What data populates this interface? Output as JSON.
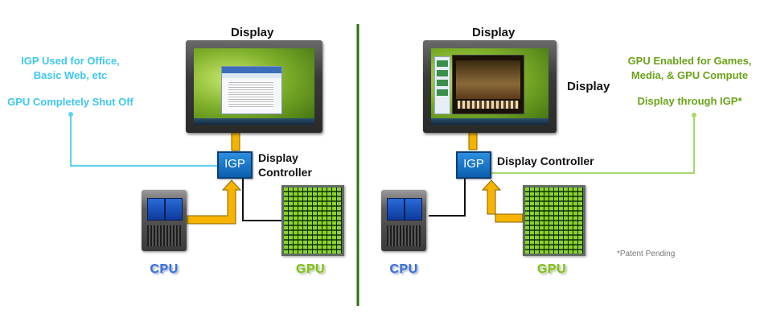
{
  "left": {
    "display_title": "Display",
    "note_line1": "IGP Used for Office,",
    "note_line2": "Basic Web, etc",
    "note_line3": "GPU Completely Shut Off",
    "igp_label": "IGP",
    "controller_line1": "Display",
    "controller_line2": "Controller",
    "cpu_label": "CPU",
    "gpu_label": "GPU"
  },
  "right": {
    "display_title": "Display",
    "display_side_label": "Display",
    "note_line1": "GPU Enabled for Games,",
    "note_line2": "Media, & GPU Compute",
    "note_line3": "Display through IGP*",
    "igp_label": "IGP",
    "controller_label": "Display Controller",
    "cpu_label": "CPU",
    "gpu_label": "GPU",
    "patent_note": "*Patent Pending"
  },
  "colors": {
    "blue_note": "#3fc7ee",
    "green_note": "#6aa31a",
    "arrow_fill": "#f6b400",
    "divider": "#2f6d12",
    "blue_line": "#5fd0f0",
    "green_line": "#a8d870"
  }
}
